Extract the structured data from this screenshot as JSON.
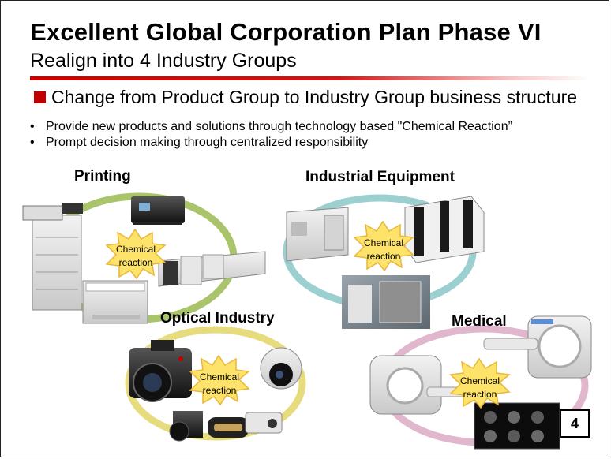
{
  "header": {
    "title": "Excellent Global Corporation Plan Phase VI",
    "subtitle": "Realign into 4 Industry Groups"
  },
  "section": {
    "heading": "Change from Product Group to Industry Group business structure"
  },
  "bullets": [
    "Provide new products and solutions through technology based \"Chemical Reaction”",
    "Prompt decision making through centralized responsibility"
  ],
  "groups": [
    {
      "name": "Printing",
      "ring_color": "#a9c46a",
      "burst": [
        "Chemical",
        "reaction"
      ]
    },
    {
      "name": "Industrial Equipment",
      "ring_color": "#9ccfd0",
      "burst": [
        "Chemical",
        "reaction"
      ]
    },
    {
      "name": "Optical Industry",
      "ring_color": "#e6dc7e",
      "burst": [
        "Chemical",
        "reaction"
      ]
    },
    {
      "name": "Medical",
      "ring_color": "#e0b7cc",
      "burst": [
        "Chemical",
        "reaction"
      ]
    }
  ],
  "colors": {
    "accent": "#c00000",
    "burst_fill": "#fde36a",
    "burst_stroke": "#e8b63a"
  },
  "footer": {
    "page_number": "4"
  }
}
